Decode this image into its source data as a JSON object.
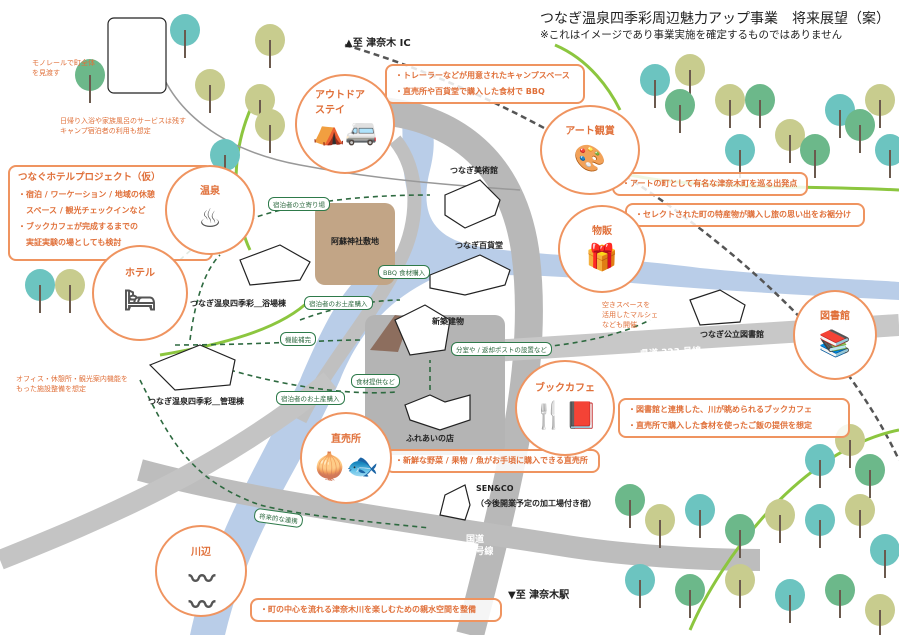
{
  "header": {
    "title": "つなぎ温泉四季彩周辺魅力アップ事業　将来展望（案）",
    "subtitle": "※これはイメージであり事業実施を確定するものではありません"
  },
  "directions": {
    "north": "▲至 津奈木 IC",
    "south": "▼至 津奈木駅"
  },
  "roads": {
    "prefectural": "県道 323 号線",
    "national_1": "国道",
    "national_2": "3 号線"
  },
  "notes": {
    "monorail": [
      "モノレールで町全体",
      "を見渡す"
    ],
    "bath": [
      "日帰り入浴や家族風呂のサービスは残す",
      "キャンプ宿泊者の利用も想定"
    ],
    "office": [
      "オフィス・休憩所・観光案内機能を",
      "もった施設整備を想定"
    ],
    "marche": [
      "空きスペースを",
      "活用したマルシェ",
      "なども開催"
    ]
  },
  "buildings": {
    "art_museum": "つなぎ美術館",
    "department_store": "つなぎ百貨堂",
    "shrine": "阿蘇神社敷地",
    "bath_building": "つなぎ温泉四季彩＿浴場棟",
    "admin_building": "つなぎ温泉四季彩＿管理棟",
    "new_building": "新築建物",
    "fureai": "ふれあいの店",
    "library": "つなぎ公立図書館",
    "senco_name": "SEN&CO",
    "senco_desc": "（今後開業予定の加工場付き宿）"
  },
  "features": {
    "outdoor": {
      "label_1": "アウトドア",
      "label_2": "ステイ",
      "icon": "tent-camper-icon",
      "bullets": [
        "・トレーラーなどが用意されたキャンプスペース",
        "・直売所や百貨堂で購入した食材で BBQ"
      ]
    },
    "onsen": {
      "label": "温泉",
      "icon": "hot-spring-icon"
    },
    "hotel_project": {
      "title": "つなぐホテルプロジェクト（仮）",
      "bullets": [
        "・宿泊 / ワーケーション / 地域の休憩",
        "　スペース / 観光チェックインなど",
        "・ブックカフェが完成するまでの",
        "　実証実験の場としても検討"
      ]
    },
    "hotel": {
      "label": "ホテル",
      "icon": "bed-icon"
    },
    "art": {
      "label": "アート観賞",
      "icon": "palette-icon",
      "bullets": [
        "・アートの町として有名な津奈木町を巡る出発点"
      ]
    },
    "goods": {
      "label": "物販",
      "icon": "gift-icon",
      "bullets": [
        "・セレクトされた町の特産物が購入し旅の思い出をお裾分け"
      ]
    },
    "library": {
      "label": "図書館",
      "icon": "books-icon"
    },
    "bookcafe": {
      "label": "ブックカフェ",
      "icon": "fork-knife-book-icon",
      "bullets": [
        "・図書館と連携した、川が眺められるブックカフェ",
        "・直売所で購入した食材を使ったご飯の提供を想定"
      ]
    },
    "direct_sales": {
      "label": "直売所",
      "icon": "onion-fish-icon",
      "bullets": [
        "・新鮮な野菜 / 果物 / 魚がお手頃に購入できる直売所"
      ]
    },
    "riverside": {
      "label": "川辺",
      "icon": "waves-icon",
      "bullets": [
        "・町の中心を流れる津奈木川を楽しむための親水空間を整備"
      ]
    }
  },
  "flow_tags": {
    "stopover": "宿泊者の立寄り場",
    "bbq": "BBQ 食材購入",
    "souvenir_1": "宿泊者のお土産購入",
    "supplement": "機能補完",
    "food_supply": "食材提供など",
    "souvenir_2": "宿泊者のお土産購入",
    "branch": "分室や / 返却ポストの設置など",
    "cooperation": "将来的な連携"
  },
  "colors": {
    "accent": "#ef9460",
    "accent_text": "#e0703a",
    "road": "#b5b5b5",
    "river": "#b9cde8",
    "green_line": "#8cc63f",
    "shrine": "#c2a586",
    "flow": "#2e6a40"
  }
}
